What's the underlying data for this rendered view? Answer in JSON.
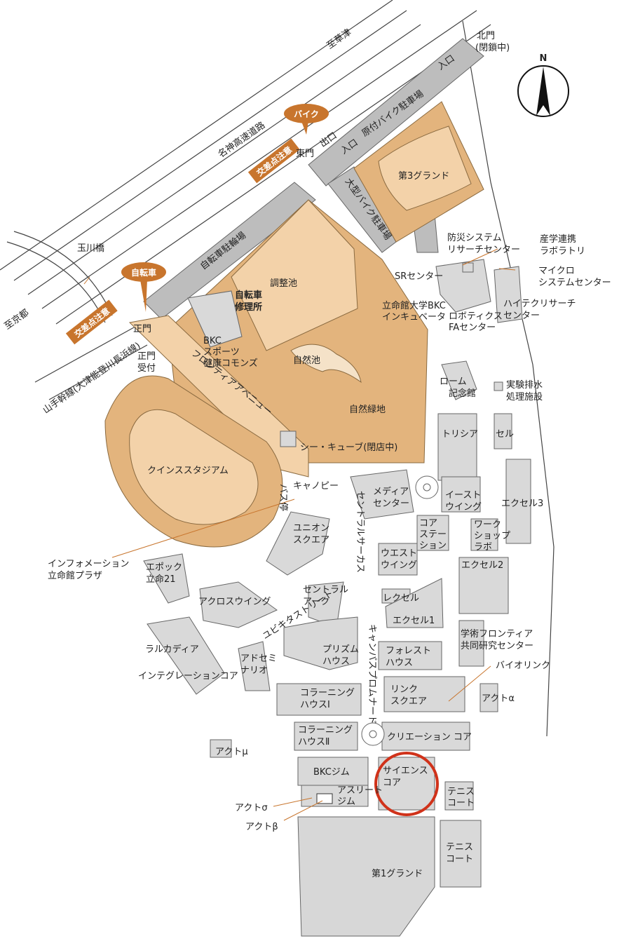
{
  "roads": {
    "meishin": "名神高速道路",
    "to_kusatsu": "至草津",
    "to_kyoto": "至京都",
    "yamate": "山手幹線(大津能登川長浜線)",
    "tamagawa": "玉川橋"
  },
  "gates": {
    "north_gate": "北門",
    "north_gate_note": "(閉鎖中)",
    "east_gate": "東門",
    "main_gate": "正門",
    "main_gate_reception_line1": "正門",
    "main_gate_reception_line2": "受付",
    "exit": "出口",
    "entrance": "入口",
    "entrance_north": "入口"
  },
  "parking": {
    "moped": "原付バイク駐車場",
    "large_bike": "大型バイク駐車場",
    "bicycle": "自転車駐輪場",
    "bicycle_repair_line1": "自転車",
    "bicycle_repair_line2": "修理所"
  },
  "badges": {
    "bike": "バイク",
    "bicycle": "自転車",
    "traffic_caution_1": "交差点注意",
    "traffic_caution_2": "交差点注意"
  },
  "compass": "N",
  "areas": {
    "ground3": "第3グランド",
    "pond": "調整池",
    "natural_pond": "自然池",
    "green": "自然緑地",
    "stadium": "クインススタジアム",
    "ground1": "第1グランド",
    "frontier_avenue": "フロンティアアベニュー",
    "central_circus": "セントラルサーカス",
    "campus_promenade": "キャンパスプロムナード",
    "ubiquitous_street": "ユビキタストリート"
  },
  "buildings": {
    "bosai_line1": "防災システム",
    "bosai_line2": "リサーチセンター",
    "sangaku_line1": "産学連携",
    "sangaku_line2": "ラボラトリ",
    "micro_line1": "マイクロ",
    "micro_line2": "システムセンター",
    "sr": "SRセンター",
    "bkc_incubator_line1": "立命館大学BKC",
    "bkc_incubator_line2": "インキュベータ",
    "robotics_line1": "ロボティクス",
    "robotics_line2": "FAセンター",
    "hitech_line1": "ハイテクリサーチ",
    "hitech_line2": "センター",
    "sports_line1": "BKC",
    "sports_line2": "スポーツ",
    "sports_line3": "健康コモンズ",
    "see_cube": "シー・キューブ(閉店中)",
    "rohm_line1": "ローム",
    "rohm_line2": "記念館",
    "exhaust_line1": "実験排水",
    "exhaust_line2": "処理施設",
    "trisia": "トリシア",
    "cell": "セル",
    "excel3": "エクセル3",
    "media_line1": "メディア",
    "media_line2": "センター",
    "canopy": "キャノピー",
    "bus_stop": "バス停",
    "east_wing_line1": "イースト",
    "east_wing_line2": "ウイング",
    "core_station_line1": "コア",
    "core_station_line2": "ステー",
    "core_station_line3": "ション",
    "workshop_line1": "ワーク",
    "workshop_line2": "ショップ",
    "workshop_line3": "ラボ",
    "union_line1": "ユニオン",
    "union_line2": "スクエア",
    "info_line1": "インフォメーション",
    "info_line2": "立命館プラザ",
    "west_wing_line1": "ウエスト",
    "west_wing_line2": "ウイング",
    "excel2": "エクセル2",
    "epoch_line1": "エポック",
    "epoch_line2": "立命21",
    "central_arc_line1": "セントラル",
    "central_arc_line2": "アーク",
    "across_wing": "アクロスウイング",
    "rexel": "レクセル",
    "excel1": "エクセル1",
    "gakujutsu_line1": "学術フロンティア",
    "gakujutsu_line2": "共同研究センター",
    "lalcadia": "ラルカディア",
    "integration": "インテグレーションコア",
    "prism_line1": "プリズム",
    "prism_line2": "ハウス",
    "forest_line1": "フォレスト",
    "forest_line2": "ハウス",
    "academia_line1": "アドセミ",
    "academia_line2": "ナリオ",
    "biolink": "バイオリンク",
    "colearning1_line1": "コラーニング",
    "colearning1_line2": "ハウスⅠ",
    "link_line1": "リンク",
    "link_line2": "スクエア",
    "act_alpha": "アクトα",
    "colearning2_line1": "コラーニング",
    "colearning2_line2": "ハウスⅡ",
    "creation": "クリエーション コア",
    "act_mu": "アクトμ",
    "bkc_gym": "BKCジム",
    "science_line1": "サイエンス",
    "science_line2": "コア",
    "athlete_line1": "アスリート",
    "athlete_line2": "ジム",
    "tennis1_line1": "テニス",
    "tennis1_line2": "コート",
    "act_sigma": "アクトσ",
    "act_beta": "アクトβ",
    "tennis2_line1": "テニス",
    "tennis2_line2": "コート"
  },
  "colors": {
    "badge": "#c8752d",
    "highlight_circle": "#d0321a",
    "ground": "#e3b47d",
    "building": "#d9d9d9"
  }
}
